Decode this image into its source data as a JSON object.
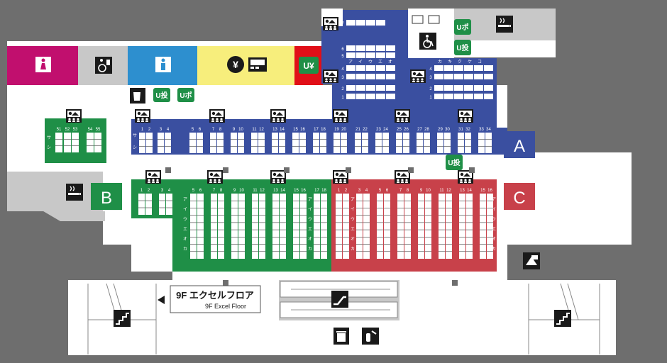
{
  "floor_label": {
    "jp": "9F エクセルフロア",
    "en": "9F Excel Floor"
  },
  "colors": {
    "background": "#6e6e6e",
    "floor": "#ffffff",
    "light_gray": "#c8c8c8",
    "blue": "#3a4fa0",
    "green": "#1f8f47",
    "red": "#c8414a",
    "magenta": "#c10f6e",
    "cyan": "#2d8fcf",
    "yellow": "#f7ee7c",
    "bright_red": "#e10f18",
    "icon_black": "#1a1a1a"
  },
  "sections": [
    {
      "id": "A",
      "label": "A",
      "color": "blue"
    },
    {
      "id": "B",
      "label": "B",
      "color": "green"
    },
    {
      "id": "C",
      "label": "C",
      "color": "red"
    }
  ],
  "badges": {
    "upo": "Uポ",
    "utou": "U投",
    "uyen": "U¥",
    "yen": "¥"
  },
  "blocks": {
    "top_blue": {
      "side": [
        "サ",
        "シ"
      ],
      "nums": [
        "1",
        "2",
        "3",
        "4",
        "5",
        "6",
        "7",
        "8",
        "9",
        "10",
        "11",
        "12",
        "13",
        "14",
        "15",
        "16",
        "17",
        "18",
        "19",
        "20",
        "21",
        "22",
        "23",
        "24",
        "25",
        "26",
        "27",
        "28",
        "29",
        "30",
        "31",
        "32",
        "33",
        "34"
      ]
    },
    "green_small": {
      "side": [
        "サ",
        "シ"
      ],
      "nums": [
        "51",
        "52",
        "53",
        "54",
        "55"
      ]
    },
    "green_main": {
      "side": [
        "ア",
        "イ",
        "ウ",
        "エ",
        "オ",
        "カ"
      ],
      "nums": [
        "1",
        "2",
        "3",
        "4",
        "5",
        "6",
        "7",
        "8",
        "9",
        "10",
        "11",
        "12",
        "13",
        "14",
        "15",
        "16",
        "17",
        "18"
      ]
    },
    "red_main": {
      "side": [
        "ア",
        "イ",
        "ウ",
        "エ",
        "オ",
        "カ"
      ],
      "nums": [
        "1",
        "2",
        "3",
        "4",
        "5",
        "6",
        "7",
        "8",
        "9",
        "10",
        "11",
        "12",
        "13",
        "14",
        "15",
        "16"
      ]
    },
    "blue_upper_left": {
      "cols": [
        "ア",
        "イ",
        "ウ",
        "エ",
        "オ"
      ],
      "rows": [
        "1",
        "2",
        "3",
        "4",
        "5",
        "6",
        "7"
      ]
    },
    "blue_upper_right": {
      "cols": [
        "カ",
        "キ",
        "ク",
        "ケ",
        "コ"
      ],
      "rows": [
        "1",
        "2",
        "3",
        "4"
      ]
    }
  },
  "icons": [
    "toilet-women-icon",
    "accessible-toilet-icon",
    "toilet-men-icon",
    "atm-icon",
    "card-machine-icon",
    "coffee-icon",
    "smoking-icon",
    "monitor-icon",
    "wheelchair-icon",
    "escalator-icon",
    "stairs-icon",
    "trash-icon",
    "extinguisher-icon",
    "cafe-icon"
  ]
}
